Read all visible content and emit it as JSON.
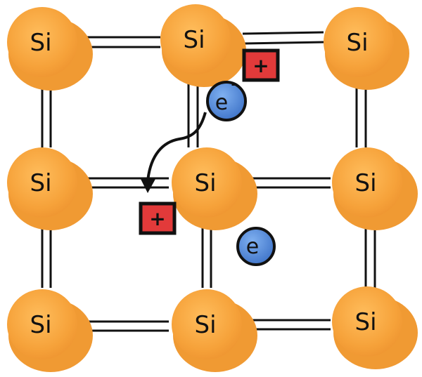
{
  "atoms": [
    {
      "label": "Si"
    },
    {
      "label": "Si"
    },
    {
      "label": "Si"
    },
    {
      "label": "Si"
    },
    {
      "label": "Si"
    },
    {
      "label": "Si"
    },
    {
      "label": "Si"
    },
    {
      "label": "Si"
    },
    {
      "label": "Si"
    }
  ],
  "electrons": [
    {
      "label": "e",
      "charge": "-"
    },
    {
      "label": "e",
      "charge": ""
    }
  ],
  "holes": [
    {
      "label": "+"
    },
    {
      "label": "+"
    }
  ],
  "colors": {
    "atom_fill": "#f5a43c",
    "atom_shadow": "#f09a33",
    "electron_fill": "#4f84d6",
    "hole_fill": "#e23a3a",
    "line": "#111111"
  }
}
